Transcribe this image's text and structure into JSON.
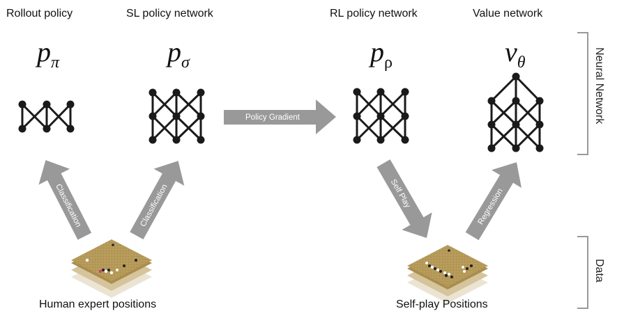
{
  "networks": [
    {
      "title": "Rollout policy",
      "symbol_base": "p",
      "symbol_sub": "π"
    },
    {
      "title": "SL policy network",
      "symbol_base": "p",
      "symbol_sub": "σ"
    },
    {
      "title": "RL policy network",
      "symbol_base": "p",
      "symbol_sub": "ρ"
    },
    {
      "title": "Value network",
      "symbol_base": "v",
      "symbol_sub": "θ"
    }
  ],
  "arrows": {
    "policy_gradient": "Policy Gradient",
    "classification_left": "Classification",
    "classification_right": "Classification",
    "self_play": "Self Play",
    "regression": "Regression"
  },
  "datasets": {
    "human": "Human expert positions",
    "self_play": "Self-play Positions"
  },
  "side_labels": {
    "neural_network": "Neural Network",
    "data": "Data"
  },
  "colors": {
    "arrow": "#999999",
    "node": "#1a1a1a",
    "board": "#b59a5a",
    "board_layer2": "#d2c19a",
    "board_layer3": "#e8dfcb",
    "bracket": "#999999"
  }
}
